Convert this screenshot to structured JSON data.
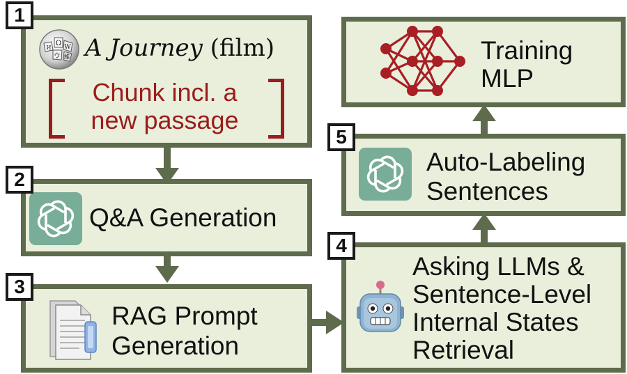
{
  "steps": {
    "s1": {
      "number": "1",
      "title_italic": "A Journey",
      "title_rest": "(film)",
      "chunk_line1": "Chunk incl. a",
      "chunk_line2": "new passage"
    },
    "s2": {
      "number": "2",
      "label": "Q&A Generation"
    },
    "s3": {
      "number": "3",
      "label_line1": "RAG Prompt",
      "label_line2": "Generation"
    },
    "s4": {
      "number": "4",
      "label_line1": "Asking LLMs &",
      "label_line2": "Sentence-Level",
      "label_line3": "Internal States",
      "label_line4": "Retrieval"
    },
    "s5": {
      "number": "5",
      "label_line1": "Auto-Labeling",
      "label_line2": "Sentences"
    },
    "s6": {
      "label_line1": "Training",
      "label_line2": "MLP"
    }
  },
  "icons": {
    "wikipedia": "wikipedia-globe-icon",
    "openai": "openai-logo-icon",
    "document": "document-icon",
    "robot": "robot-icon",
    "network": "neural-network-icon"
  },
  "colors": {
    "box_fill": "#e9efdb",
    "box_border": "#5e6b4c",
    "accent_red": "#9b1c1c",
    "openai_bg": "#78ad98",
    "network": "#a81e24"
  }
}
